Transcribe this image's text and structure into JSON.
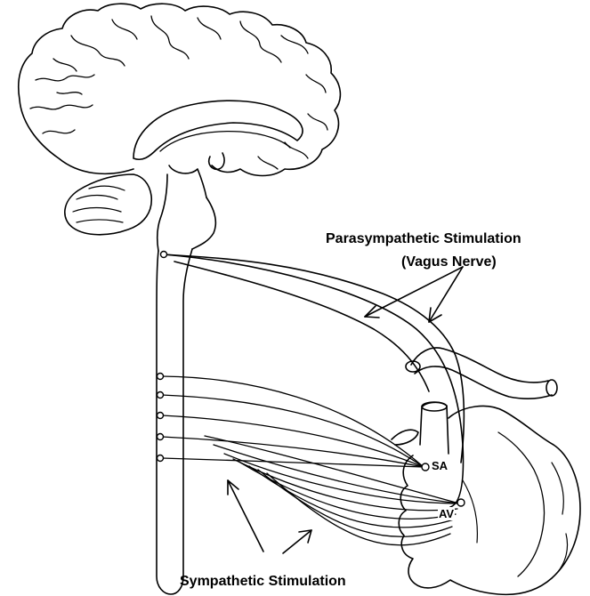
{
  "labels": {
    "parasympathetic_line1": "Parasympathetic Stimulation",
    "parasympathetic_line2": "(Vagus Nerve)",
    "sympathetic": "Sympathetic Stimulation",
    "sa_node": "SA",
    "av_node": "AV"
  },
  "colors": {
    "stroke": "#000000",
    "background": "#ffffff"
  }
}
